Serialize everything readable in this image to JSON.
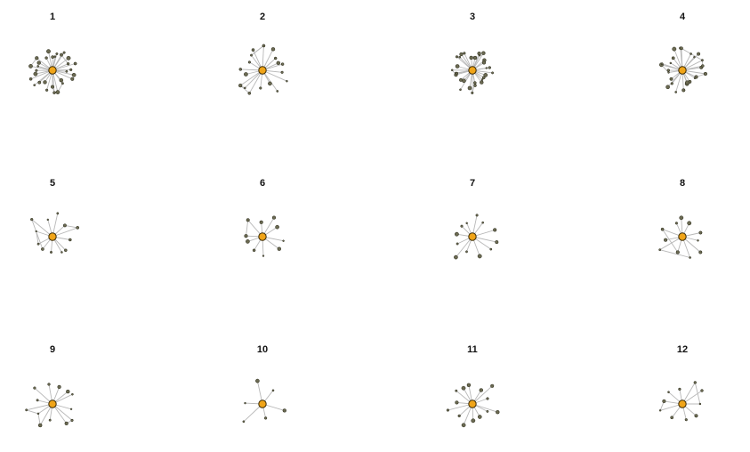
{
  "colors": {
    "hub_fill": "#f0a418",
    "hub_stroke": "#3a2a05",
    "leaf_fill": "#6b6a52",
    "leaf_stroke": "#262616",
    "edge": "#b8b8b8"
  },
  "panels": [
    {
      "title": "1",
      "leaf_count": 30,
      "leaf_links": 4
    },
    {
      "title": "2",
      "leaf_count": 18,
      "leaf_links": 4
    },
    {
      "title": "3",
      "leaf_count": 30,
      "leaf_links": 3
    },
    {
      "title": "4",
      "leaf_count": 26,
      "leaf_links": 5
    },
    {
      "title": "5",
      "leaf_count": 12,
      "leaf_links": 3
    },
    {
      "title": "6",
      "leaf_count": 10,
      "leaf_links": 1
    },
    {
      "title": "7",
      "leaf_count": 12,
      "leaf_links": 0
    },
    {
      "title": "8",
      "leaf_count": 11,
      "leaf_links": 2
    },
    {
      "title": "9",
      "leaf_count": 13,
      "leaf_links": 3
    },
    {
      "title": "10",
      "leaf_count": 6,
      "leaf_links": 0
    },
    {
      "title": "11",
      "leaf_count": 14,
      "leaf_links": 0
    },
    {
      "title": "12",
      "leaf_count": 10,
      "leaf_links": 2
    }
  ]
}
